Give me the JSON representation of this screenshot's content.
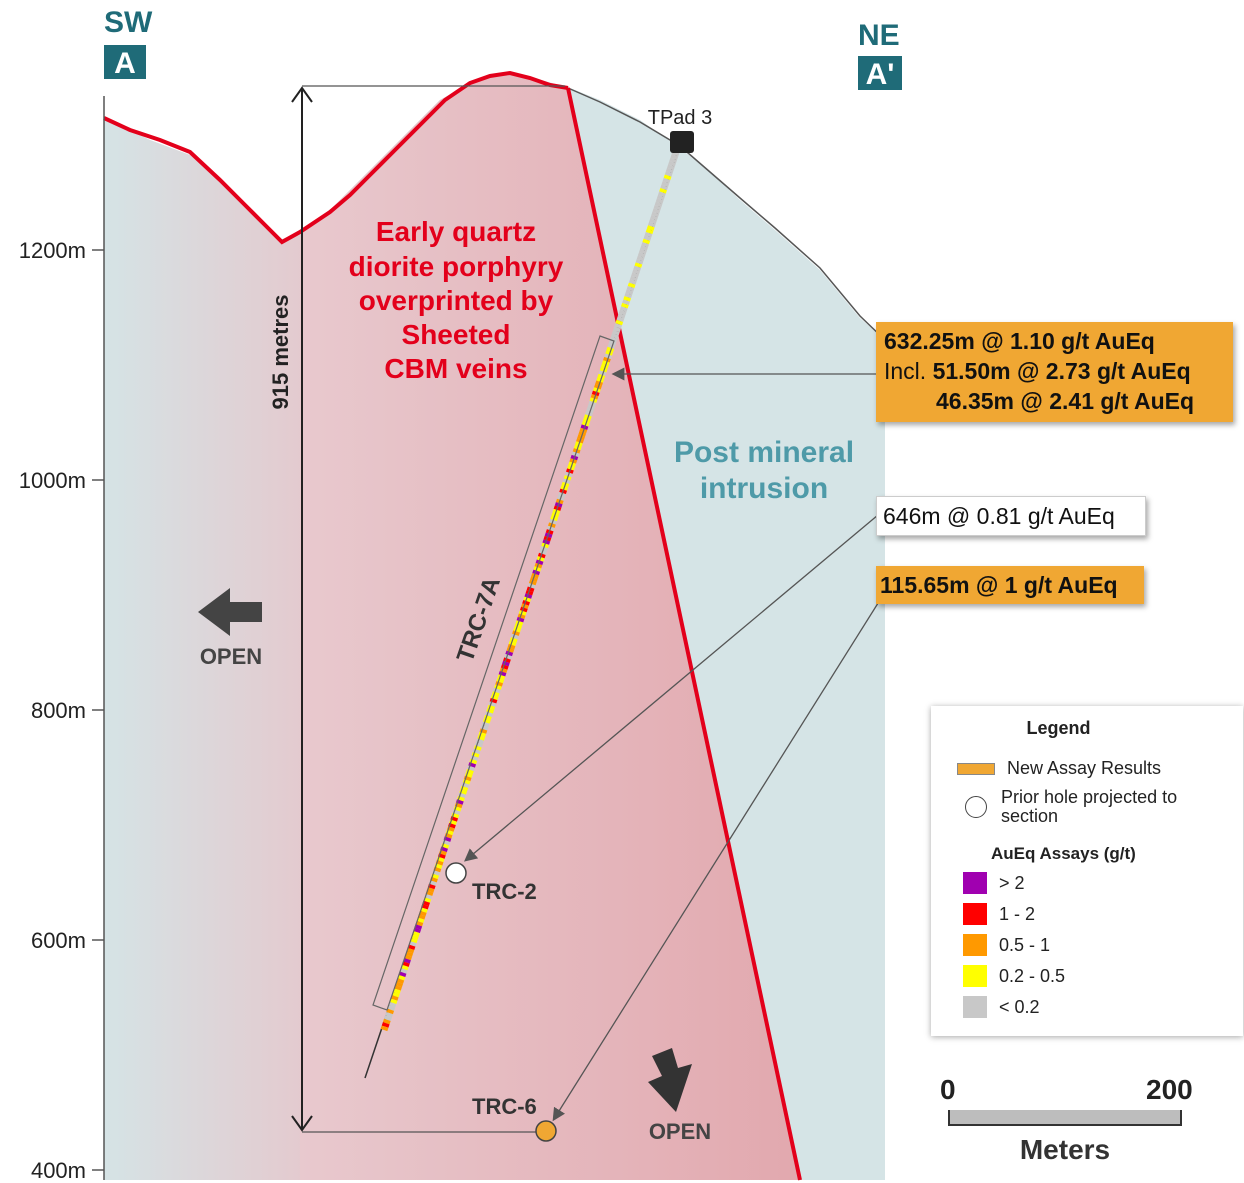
{
  "orientation": {
    "left_direction": "SW",
    "left_section": "A",
    "right_direction": "NE",
    "right_section": "A'"
  },
  "elevation_axis": {
    "ticks": [
      "1200m",
      "1000m",
      "800m",
      "600m",
      "400m"
    ]
  },
  "dimension_label": "915 metres",
  "zones": {
    "porphyry_label": [
      "Early quartz",
      "diorite porphyry",
      "overprinted by",
      "Sheeted",
      "CBM veins"
    ],
    "intrusion_label": [
      "Post mineral",
      "intrusion"
    ]
  },
  "drill_pad": "TPad 3",
  "holes": {
    "main": "TRC-7A",
    "prior_1": "TRC-2",
    "prior_2": "TRC-6"
  },
  "open_labels": {
    "left": "OPEN",
    "bottom": "OPEN"
  },
  "callouts": {
    "main_line1": "632.25m @ 1.10 g/t AuEq",
    "main_line2_prefix": "Incl.",
    "main_line2": "51.50m @ 2.73 g/t AuEq",
    "main_line3": "46.35m @ 2.41 g/t AuEq",
    "trc2": "646m @ 0.81 g/t AuEq",
    "trc6": "115.65m @ 1 g/t AuEq"
  },
  "legend": {
    "title": "Legend",
    "new_assay": "New Assay Results",
    "prior_hole": "Prior hole projected to section",
    "assay_title": "AuEq Assays (g/t)",
    "classes": [
      {
        "label": "> 2",
        "color": "#a000b0"
      },
      {
        "label": "1 - 2",
        "color": "#ff0000"
      },
      {
        "label": "0.5 - 1",
        "color": "#ff9900"
      },
      {
        "label": "0.2 - 0.5",
        "color": "#ffff00"
      },
      {
        "label": "< 0.2",
        "color": "#c8c8c8"
      }
    ]
  },
  "scale": {
    "start": "0",
    "end": "200",
    "unit": "Meters"
  },
  "colors": {
    "badge": "#1f6b78",
    "post_intrusion_fill": "#d6e6e8",
    "porphyry_fill": "#e6b2b8",
    "fault_line": "#e3001b",
    "callout_orange": "#f0a733"
  }
}
